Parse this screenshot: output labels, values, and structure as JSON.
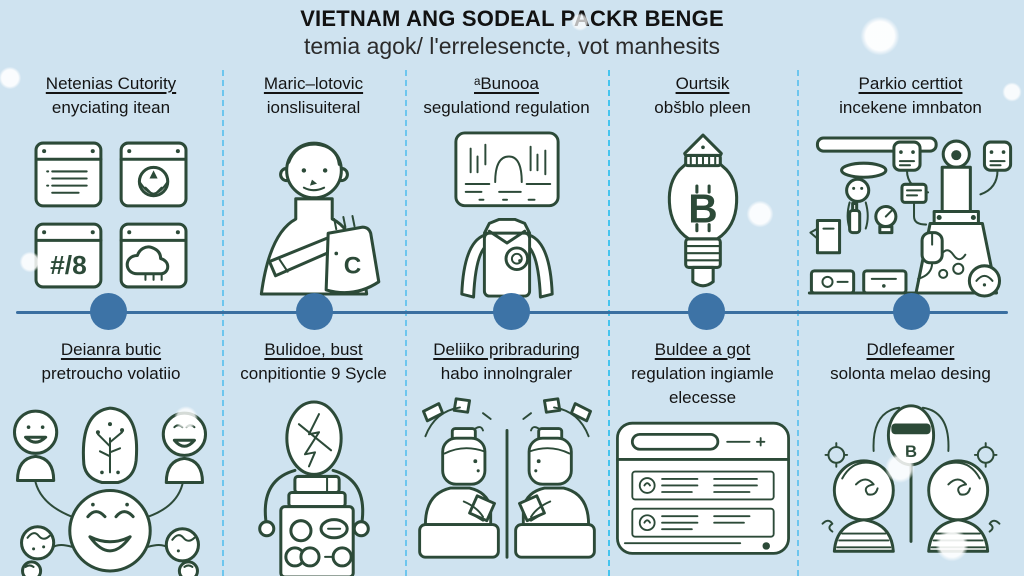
{
  "page": {
    "title": "VIETNAM ANG SODEAL PACKR BENGE",
    "subtitle": "temia agok/ l'errelesencte, vot manhesits"
  },
  "colors": {
    "background": "#cfe3f0",
    "icon_stroke": "#2c4a38",
    "timeline_blue": "#3d73a6",
    "separator_blue": "#6ec6ee",
    "title_text": "#121212"
  },
  "timeline": {
    "dot_count": 5
  },
  "top_items": [
    {
      "title": "Netenias Cutority",
      "subtitle": "enyciating itean",
      "icon": "documents-grid-icon"
    },
    {
      "title": "Maric–lotovic",
      "subtitle": "ionslisuiteral",
      "icon": "person-holding-bag-icon"
    },
    {
      "title": "ᵃBunooa",
      "subtitle": "segulationd regulation",
      "icon": "monitor-and-jacket-icon"
    },
    {
      "title": "Ourtsik",
      "subtitle": "obšblo pleen",
      "icon": "bitcoin-lightbulb-icon"
    },
    {
      "title": "Parkio certtiot",
      "subtitle": "incekene imnbaton",
      "icon": "factory-machine-icon"
    }
  ],
  "bottom_items": [
    {
      "title": "Deianra butic",
      "subtitle": "pretroucho volatiio",
      "icon": "mind-map-faces-icon"
    },
    {
      "title": "Bulidoe, bust",
      "subtitle": "conpitiontie 9 Sycle",
      "icon": "operator-console-icon"
    },
    {
      "title": "Deliiko pribraduring",
      "subtitle": "habo innolngraler",
      "icon": "mirrored-workers-icon"
    },
    {
      "title": "Buldee a got",
      "subtitle": "regulation ingiamle elecesse",
      "icon": "browser-list-icon"
    },
    {
      "title": "Ddlefeamer",
      "subtitle": "solonta melao desing",
      "icon": "two-heads-mask-icon"
    }
  ]
}
